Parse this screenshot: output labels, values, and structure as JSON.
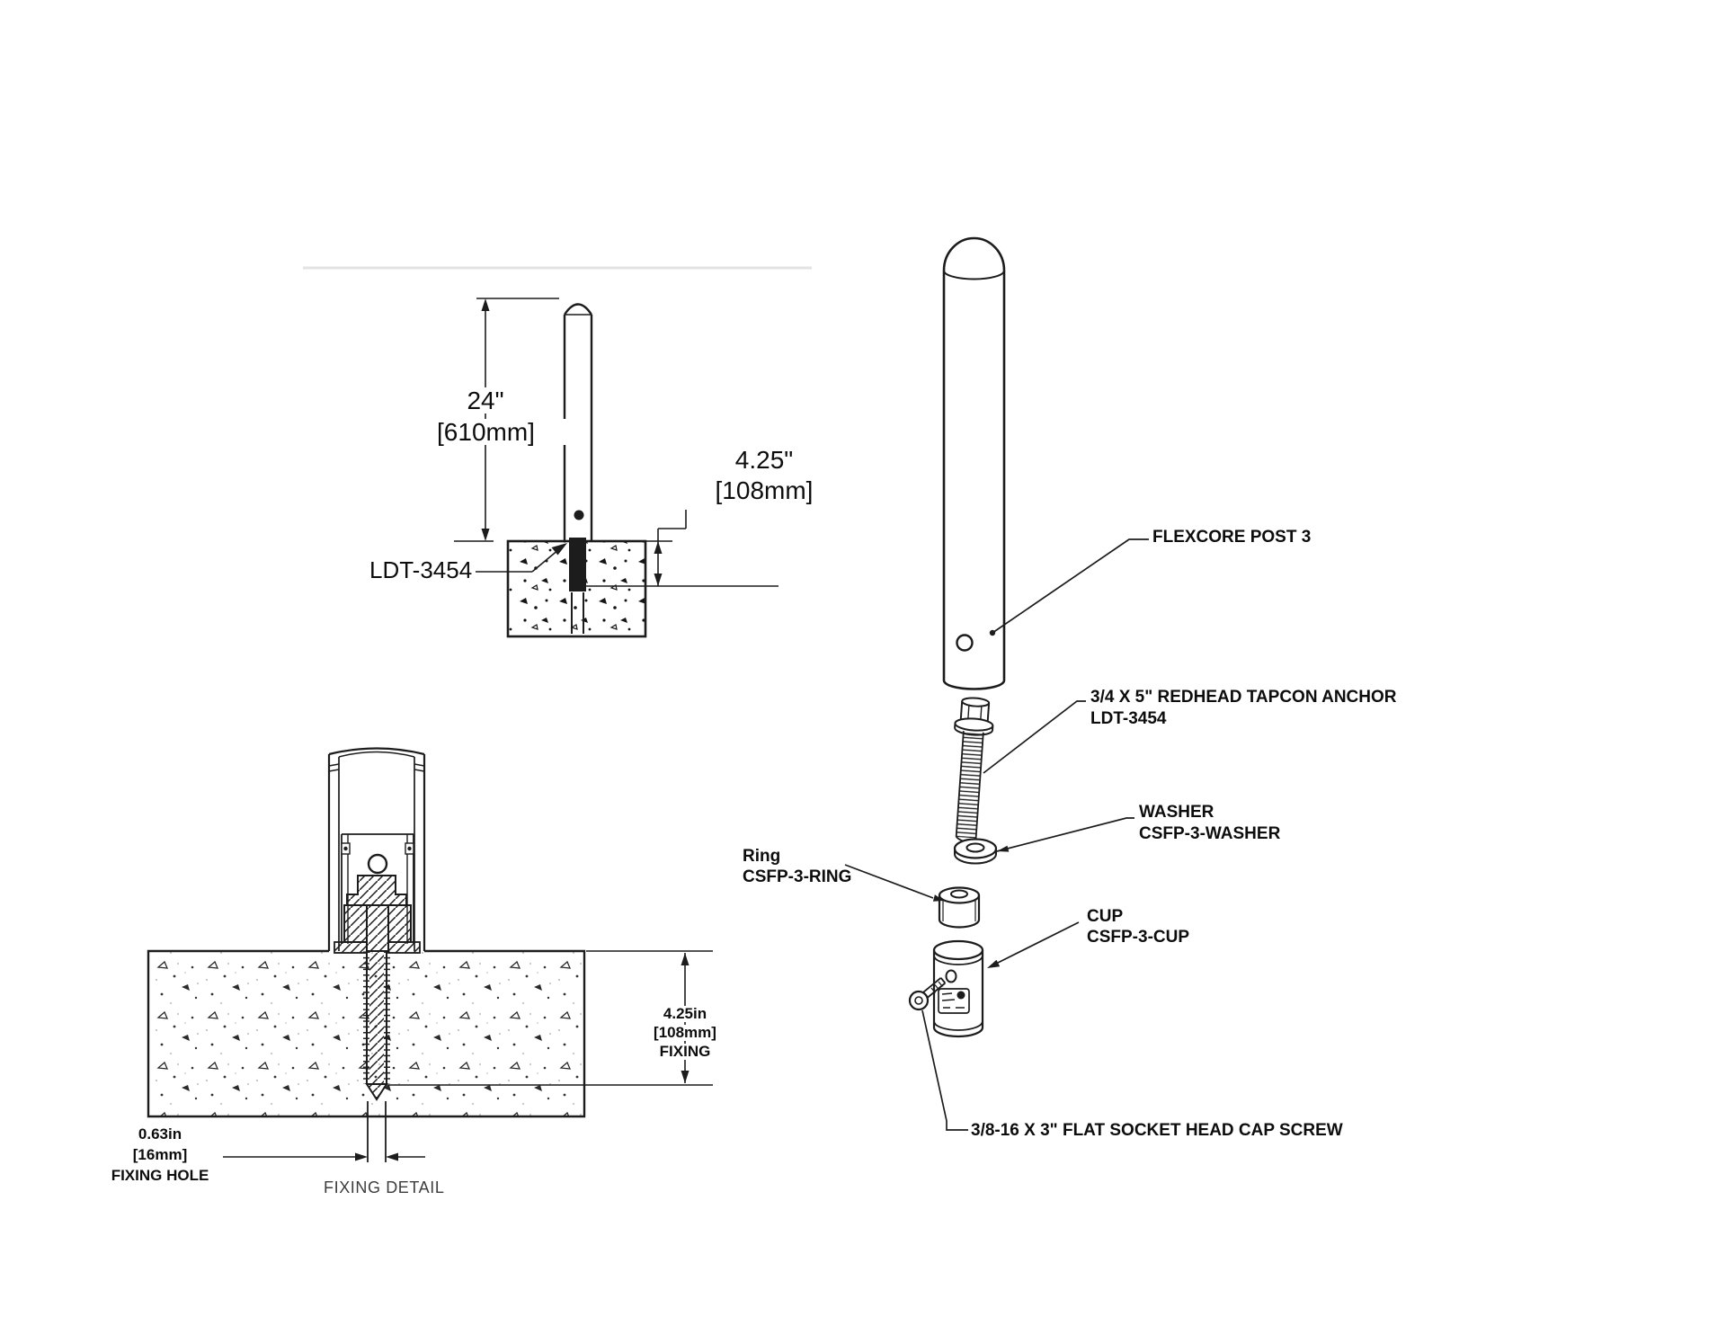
{
  "colors": {
    "line": "#1c1c1c",
    "text": "#0d0d0d",
    "faint_rule": "#e3e3e3"
  },
  "elevation_view": {
    "height_imperial": "24\"",
    "height_metric": "[610mm]",
    "embed_imperial": "4.25\"",
    "embed_metric": "[108mm]",
    "anchor_callout": "LDT-3454"
  },
  "fixing_detail": {
    "depth_imperial": "4.25in",
    "depth_metric": "[108mm]",
    "depth_label": "FIXING",
    "hole_imperial": "0.63in",
    "hole_metric": "[16mm]",
    "hole_label": "FIXING HOLE",
    "caption": "FIXING DETAIL"
  },
  "exploded_view": {
    "post": "FLEXCORE POST 3",
    "anchor_line1": "3/4 X 5\" REDHEAD TAPCON ANCHOR",
    "anchor_line2": "LDT-3454",
    "washer_line1": "WASHER",
    "washer_line2": "CSFP-3-WASHER",
    "ring_line1": "Ring",
    "ring_line2": "CSFP-3-RING",
    "cup_line1": "CUP",
    "cup_line2": "CSFP-3-CUP",
    "screw": "3/8-16 X 3\" FLAT SOCKET HEAD CAP SCREW"
  }
}
